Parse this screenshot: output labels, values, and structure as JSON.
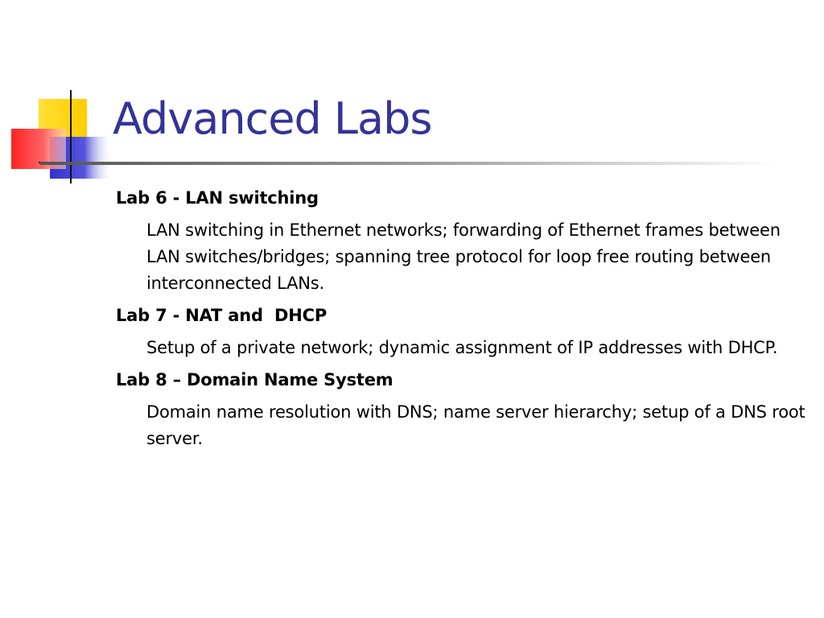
{
  "slide": {
    "title": "Advanced Labs",
    "colors": {
      "title": "#333399",
      "deco_yellow": "#FFD700",
      "deco_blue": "#3333CC",
      "deco_red": "#FF3333",
      "rule": "#888888"
    },
    "labs": [
      {
        "heading": "Lab 6 - LAN switching",
        "description": "LAN switching in Ethernet networks; forwarding of Ethernet frames between LAN switches/bridges; spanning tree protocol for loop free routing between interconnected LANs."
      },
      {
        "heading": "Lab 7 - NAT and  DHCP",
        "description": "Setup of a private network; dynamic assignment of IP addresses with DHCP."
      },
      {
        "heading": "Lab 8 – Domain Name System",
        "description": "Domain name resolution with DNS; name server hierarchy; setup of a DNS root server."
      }
    ]
  }
}
